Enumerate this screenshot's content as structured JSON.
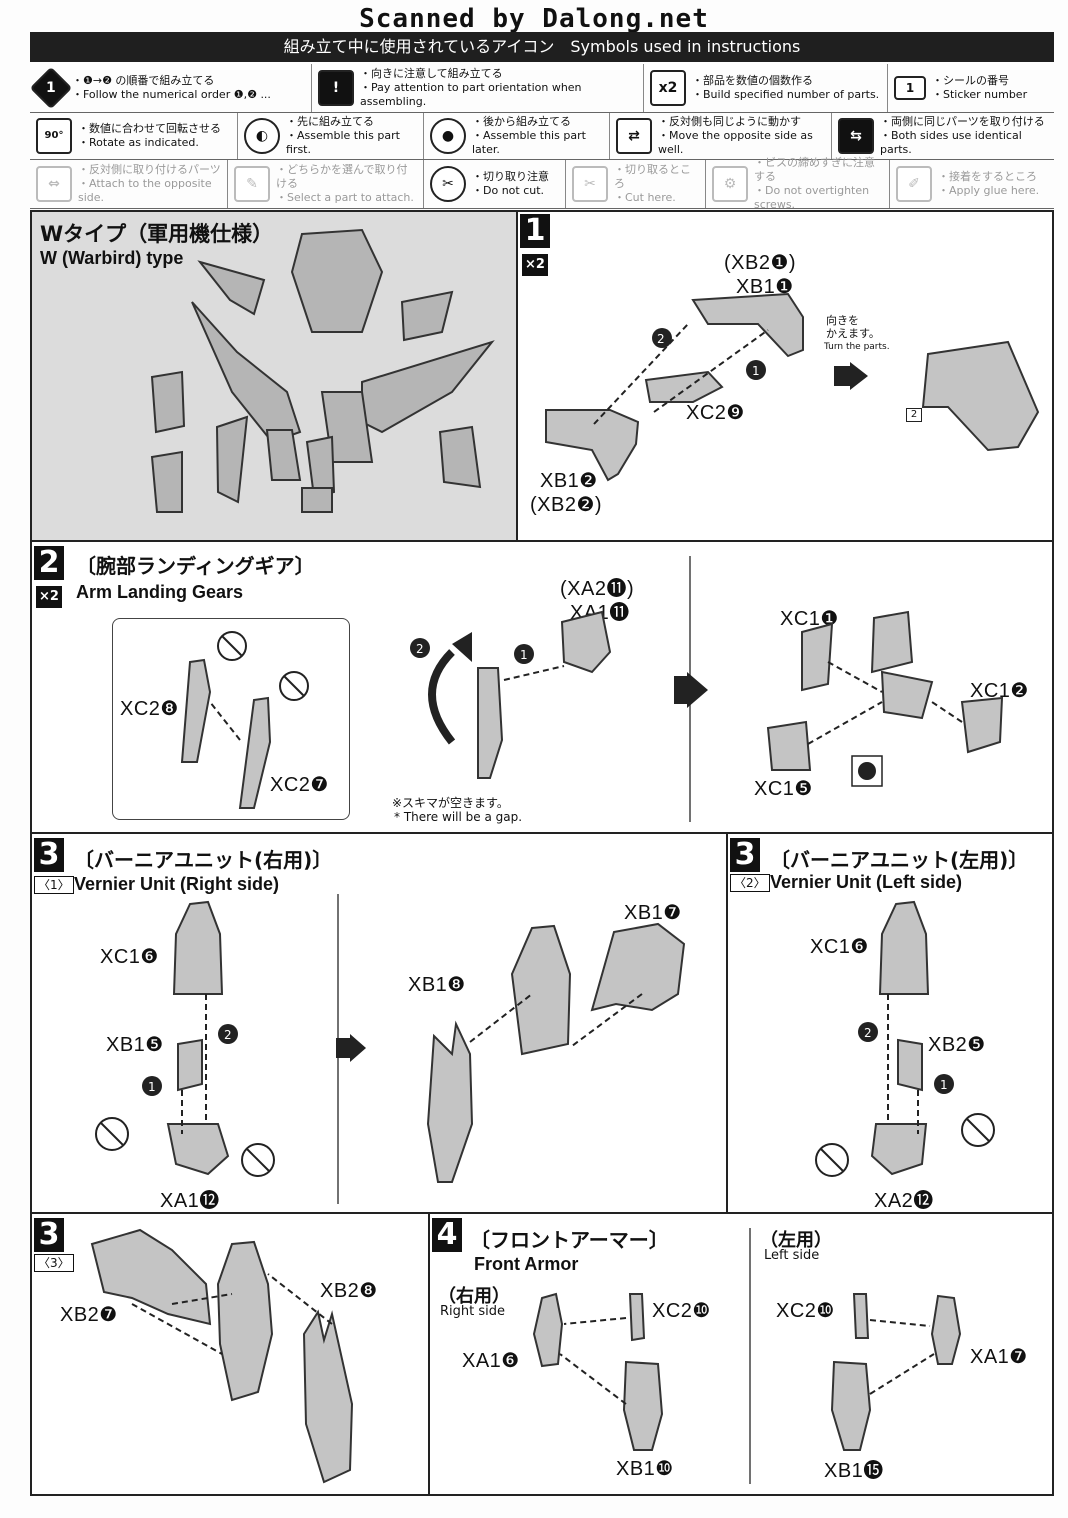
{
  "scan_title": "Scanned by Dalong.net",
  "symbols": {
    "header": "組み立て中に使用されているアイコン　Symbols used in instructions",
    "row1": [
      {
        "icon": "numbered-order-icon",
        "glyph": "1",
        "jp": "・❶→❷ の順番で組み立てる",
        "en": "・Follow the numerical order ❶,❷ ..."
      },
      {
        "icon": "exclamation-icon",
        "glyph": "!",
        "jp": "・向きに注意して組み立てる",
        "en": "・Pay attention to part orientation when assembling."
      },
      {
        "icon": "multiply-icon",
        "glyph": "x2",
        "jp": "・部品を数値の個数作る",
        "en": "・Build specified number of parts."
      },
      {
        "icon": "sticker-icon",
        "glyph": "1",
        "jp": "・シールの番号",
        "en": "・Sticker number"
      }
    ],
    "row2": [
      {
        "icon": "rotate-icon",
        "glyph": "90°",
        "jp": "・数値に合わせて回転させる",
        "en": "・Rotate as indicated."
      },
      {
        "icon": "assemble-first-icon",
        "glyph": "◐",
        "jp": "・先に組み立てる",
        "en": "・Assemble this part first."
      },
      {
        "icon": "assemble-later-icon",
        "glyph": "●",
        "jp": "・後から組み立てる",
        "en": "・Assemble this part later."
      },
      {
        "icon": "mirror-move-icon",
        "glyph": "⇄",
        "jp": "・反対側も同じように動かす",
        "en": "・Move the opposite side as well."
      },
      {
        "icon": "both-sides-icon",
        "glyph": "⇆",
        "jp": "・両側に同じパーツを取り付ける",
        "en": "・Both sides use identical parts."
      }
    ],
    "row3": [
      {
        "icon": "attach-opposite-icon",
        "glyph": "⇔",
        "jp": "・反対側に取り付けるパーツ",
        "en": "・Attach to the opposite side.",
        "faded": true
      },
      {
        "icon": "select-part-icon",
        "glyph": "✎",
        "jp": "・どちらかを選んで取り付ける",
        "en": "・Select a part to attach.",
        "faded": true
      },
      {
        "icon": "do-not-cut-icon",
        "glyph": "✂",
        "jp": "・切り取り注意",
        "en": "・Do not cut.",
        "faded": false
      },
      {
        "icon": "cut-here-icon",
        "glyph": "✂",
        "jp": "・切り取るところ",
        "en": "・Cut here.",
        "faded": true
      },
      {
        "icon": "screw-icon",
        "glyph": "⚙",
        "jp": "・ビスの締めすぎに注意する",
        "en": "・Do not overtighten screws.",
        "faded": true
      },
      {
        "icon": "glue-icon",
        "glyph": "✐",
        "jp": "・接着をするところ",
        "en": "・Apply glue here.",
        "faded": true
      }
    ]
  },
  "warbird": {
    "jp": "Wタイプ（軍用機仕様）",
    "en": "W (Warbird) type"
  },
  "step1": {
    "number": "1",
    "multiplier": "×2",
    "labels": {
      "xb2_1": "(XB2❶)",
      "xb1_1": "XB1❶",
      "xc2_9": "XC2❾",
      "xb1_2": "XB1❷",
      "xb2_2": "(XB2❷)"
    },
    "turn_jp": "向きを\nかえます。",
    "turn_en": "Turn the parts.",
    "sticker": "2",
    "seq": [
      "1",
      "2"
    ]
  },
  "step2": {
    "number": "2",
    "multiplier": "×2",
    "jp": "〔腕部ランディングギア〕",
    "en": "Arm Landing Gears",
    "labels": {
      "xc2_8": "XC2❽",
      "xc2_7": "XC2❼",
      "xa2_11": "(XA2⓫)",
      "xa1_11": "XA1⓫",
      "xc1_1": "XC1❶",
      "xc1_2": "XC1❷",
      "xc1_5": "XC1❺"
    },
    "gap_jp": "※スキマが空きます。",
    "gap_en": "* There will be a gap.",
    "seq": [
      "1",
      "2"
    ]
  },
  "step3a": {
    "number": "3",
    "sub": "〈1〉",
    "jp": "〔バーニアユニット(右用)〕",
    "en": "Vernier Unit (Right side)",
    "labels": {
      "xc1_6": "XC1❻",
      "xb1_5": "XB1❺",
      "xa1_12": "XA1⓬",
      "xb1_8": "XB1❽",
      "xb1_7": "XB1❼"
    },
    "seq": [
      "1",
      "2"
    ]
  },
  "step3b": {
    "number": "3",
    "sub": "〈2〉",
    "jp": "〔バーニアユニット(左用)〕",
    "en": "Vernier Unit (Left side)",
    "labels": {
      "xc1_6": "XC1❻",
      "xb2_5": "XB2❺",
      "xa2_12": "XA2⓬"
    },
    "seq": [
      "1",
      "2"
    ]
  },
  "step3c": {
    "number": "3",
    "sub": "〈3〉",
    "labels": {
      "xb2_7": "XB2❼",
      "xb2_8": "XB2❽"
    }
  },
  "step4": {
    "number": "4",
    "jp": "〔フロントアーマー〕",
    "en": "Front Armor",
    "right_jp": "（右用）",
    "right_en": "Right side",
    "left_jp": "（左用）",
    "left_en": "Left side",
    "labels": {
      "xc2_10_r": "XC2❿",
      "xa1_6": "XA1❻",
      "xb1_10": "XB1❿",
      "xc2_10_l": "XC2❿",
      "xa1_7": "XA1❼",
      "xb1_15": "XB1⓯"
    }
  }
}
